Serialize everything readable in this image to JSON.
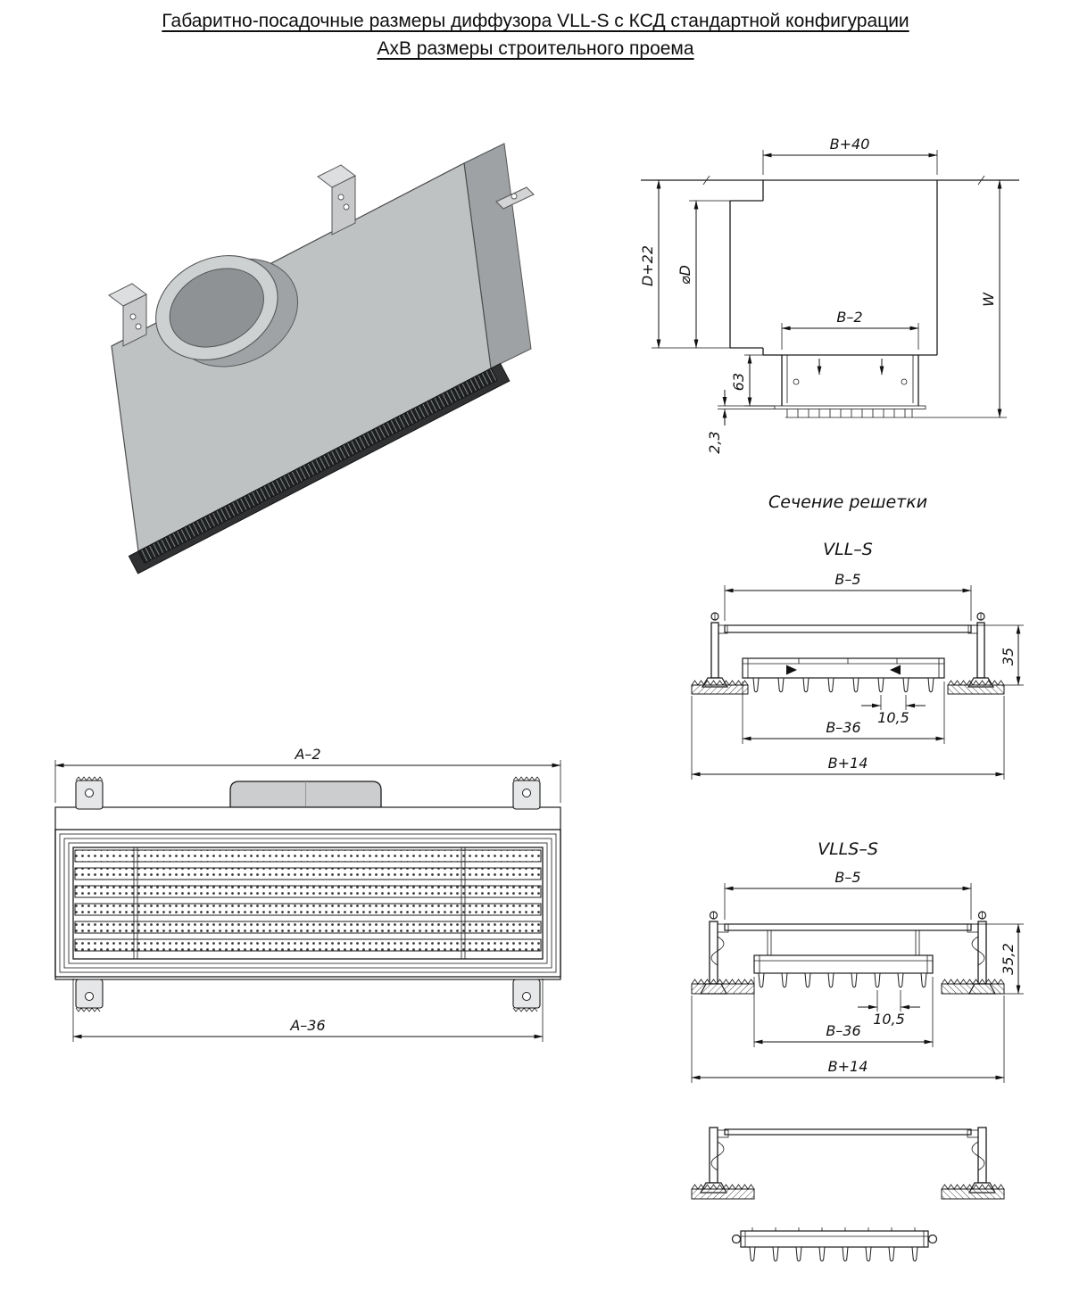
{
  "title": {
    "line1": "Габаритно-посадочные размеры диффузора VLL-S с КСД стандартной конфигурации",
    "line2": "АхВ размеры строительного проема"
  },
  "side_section": {
    "dims": {
      "top_width": "B+40",
      "duct_height": "D+22",
      "duct_diameter": "⌀D",
      "neck_width": "B–2",
      "total_height": "W",
      "grille_height": "63",
      "flange_thickness": "2,3"
    }
  },
  "grille_sections": {
    "heading": "Сечение решетки",
    "vll_s": {
      "label": "VLL–S",
      "dims": {
        "face_width": "B–5",
        "height": "35",
        "slot": "10,5",
        "inner_width": "B–36",
        "outer_width": "B+14"
      }
    },
    "vlls_s": {
      "label": "VLLS–S",
      "dims": {
        "face_width": "B–5",
        "height": "35,2",
        "slot": "10,5",
        "inner_width": "B–36",
        "outer_width": "B+14"
      }
    }
  },
  "plan_view": {
    "dims": {
      "body_width": "A–2",
      "opening_width": "A–36"
    }
  },
  "colors": {
    "line": "#1a1a1a",
    "body_gray": "#bfc2c3",
    "grille_dark": "#2f3132"
  }
}
